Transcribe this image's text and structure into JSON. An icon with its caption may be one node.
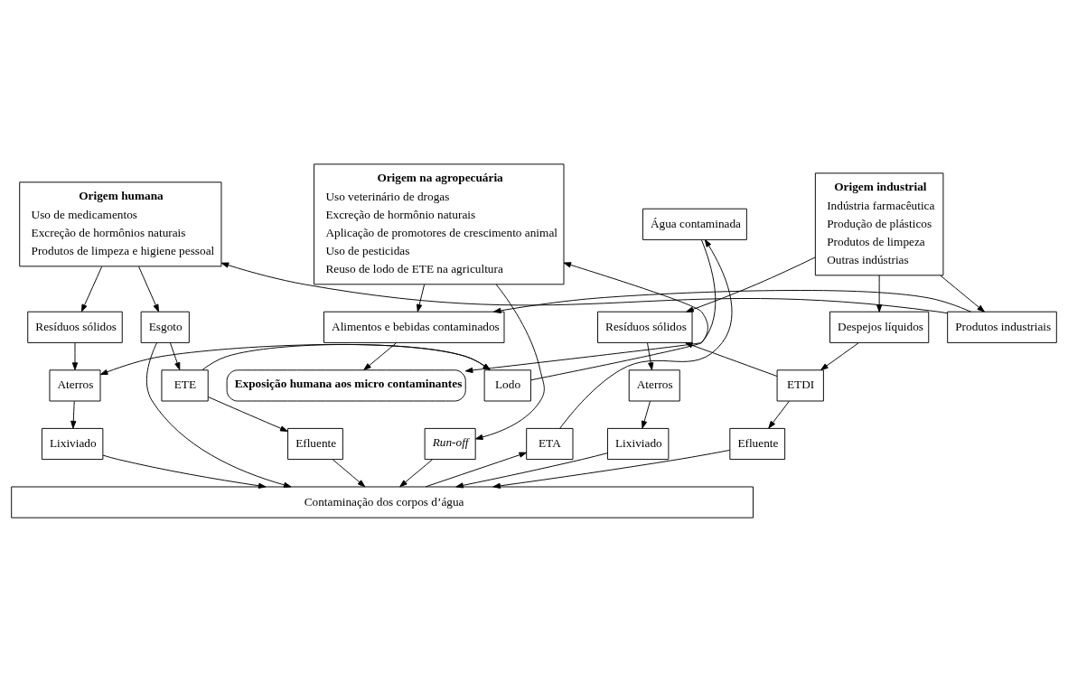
{
  "diagram": {
    "nodes": [
      {
        "text": [
          "Origem humana",
          "Uso de medicamentos",
          "Excreção de hormônios naturais",
          "Produtos de limpeza e higiene pessoal"
        ]
      },
      {
        "text": [
          "Origem na agropecuária",
          "Uso veterinário de drogas",
          "Excreção de hormônio naturais",
          "Aplicação de promotores de crescimento animal",
          "Uso de pesticidas",
          "Reuso de lodo de ETE na agricultura"
        ]
      },
      {
        "text": [
          "Origem industrial",
          "Indústria farmacêutica",
          "Produção de plásticos",
          "Produtos de limpeza",
          "Outras indústrias"
        ]
      },
      {
        "text": [
          "Resíduos sólidos"
        ]
      },
      {
        "text": [
          "Esgoto"
        ]
      },
      {
        "text": [
          "Alimentos e bebidas contaminados"
        ]
      },
      {
        "text": [
          "Produtos industriais"
        ]
      },
      {
        "text": [
          "Resíduos sólidos"
        ]
      },
      {
        "text": [
          "Despejos líquidos"
        ]
      },
      {
        "text": [
          "Aterros"
        ]
      },
      {
        "text": [
          "ETE"
        ]
      },
      {
        "text": [
          "Lodo"
        ]
      },
      {
        "text": [
          "Exposição humana aos micro contaminantes"
        ]
      },
      {
        "text": [
          "Água contaminada"
        ]
      },
      {
        "text": [
          "Aterros"
        ]
      },
      {
        "text": [
          "ETDI"
        ]
      },
      {
        "text": [
          "Lixiviado"
        ]
      },
      {
        "text": [
          "Efluente"
        ]
      },
      {
        "text": [
          "Run-off"
        ]
      },
      {
        "text": [
          "ETA"
        ]
      },
      {
        "text": [
          "Lixiviado"
        ]
      },
      {
        "text": [
          "Efluente"
        ]
      },
      {
        "text": [
          "Contaminação dos corpos d’água"
        ]
      }
    ],
    "edges": [
      {
        "from": 0,
        "to": 3,
        "arrow": "to"
      },
      {
        "from": 0,
        "to": 4,
        "arrow": "to"
      },
      {
        "from": 1,
        "to": 5,
        "arrow": "to"
      },
      {
        "from": 1,
        "to": 18,
        "arrow": "to"
      },
      {
        "from": 2,
        "to": 6,
        "arrow": "to"
      },
      {
        "from": 2,
        "to": 7,
        "arrow": "to"
      },
      {
        "from": 2,
        "to": 8,
        "arrow": "to"
      },
      {
        "from": 6,
        "to": 0,
        "arrow": "to"
      },
      {
        "from": 6,
        "to": 5,
        "arrow": "to"
      },
      {
        "from": 3,
        "to": 9,
        "arrow": "to"
      },
      {
        "from": 4,
        "to": 22,
        "arrow": "to"
      },
      {
        "from": 4,
        "to": 10,
        "arrow": "to"
      },
      {
        "from": 11,
        "to": 9,
        "arrow": "to"
      },
      {
        "from": 11,
        "to": 1,
        "arrow": "to"
      },
      {
        "from": 10,
        "to": 11,
        "arrow": "to"
      },
      {
        "from": 5,
        "to": 12,
        "arrow": "to"
      },
      {
        "from": 13,
        "to": 12,
        "arrow": "to"
      },
      {
        "from": 8,
        "to": 15,
        "arrow": "to"
      },
      {
        "from": 15,
        "to": 7,
        "arrow": "to"
      },
      {
        "from": 7,
        "to": 14,
        "arrow": "to"
      },
      {
        "from": 9,
        "to": 16,
        "arrow": "to"
      },
      {
        "from": 10,
        "to": 17,
        "arrow": "to"
      },
      {
        "from": 19,
        "to": 13,
        "arrow": "to"
      },
      {
        "from": 14,
        "to": 20,
        "arrow": "to"
      },
      {
        "from": 15,
        "to": 21,
        "arrow": "to"
      },
      {
        "from": 16,
        "to": 22,
        "arrow": "to"
      },
      {
        "from": 17,
        "to": 22,
        "arrow": "to"
      },
      {
        "from": 18,
        "to": 22,
        "arrow": "to"
      },
      {
        "from": 22,
        "to": 19,
        "arrow": "to"
      },
      {
        "from": 20,
        "to": 22,
        "arrow": "to"
      },
      {
        "from": 21,
        "to": 22,
        "arrow": "to"
      }
    ]
  }
}
